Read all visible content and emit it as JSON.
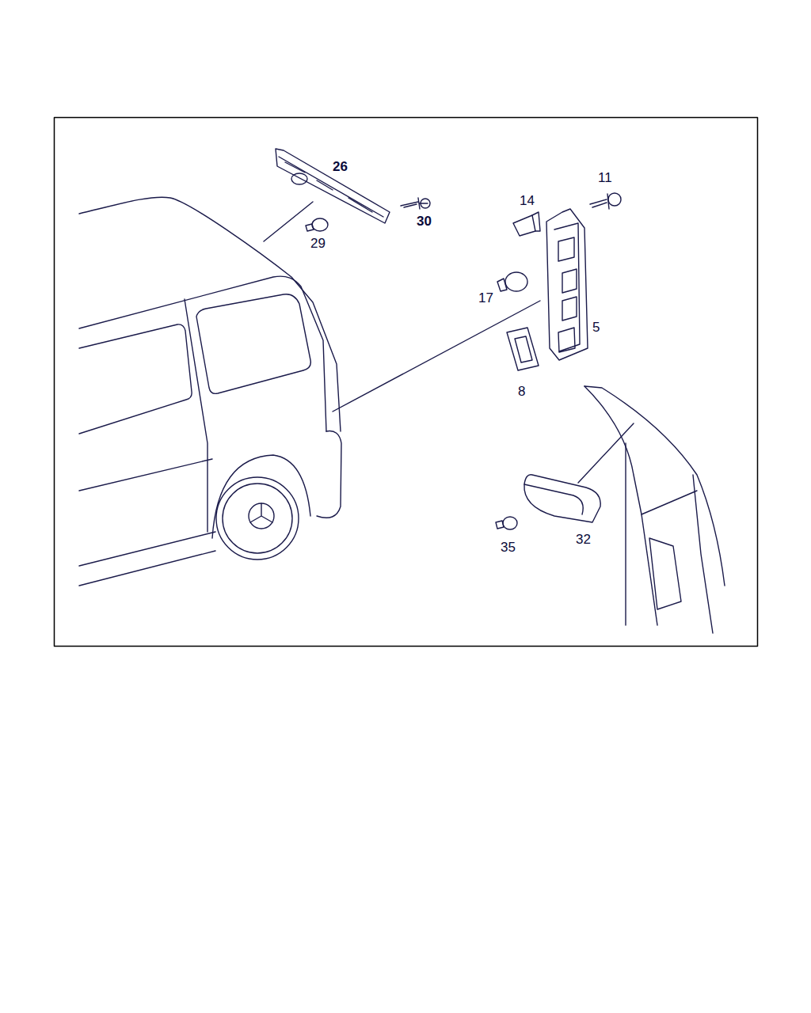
{
  "diagram": {
    "labels": [
      "26",
      "30",
      "29",
      "11",
      "14",
      "17",
      "5",
      "8",
      "32",
      "35"
    ]
  }
}
